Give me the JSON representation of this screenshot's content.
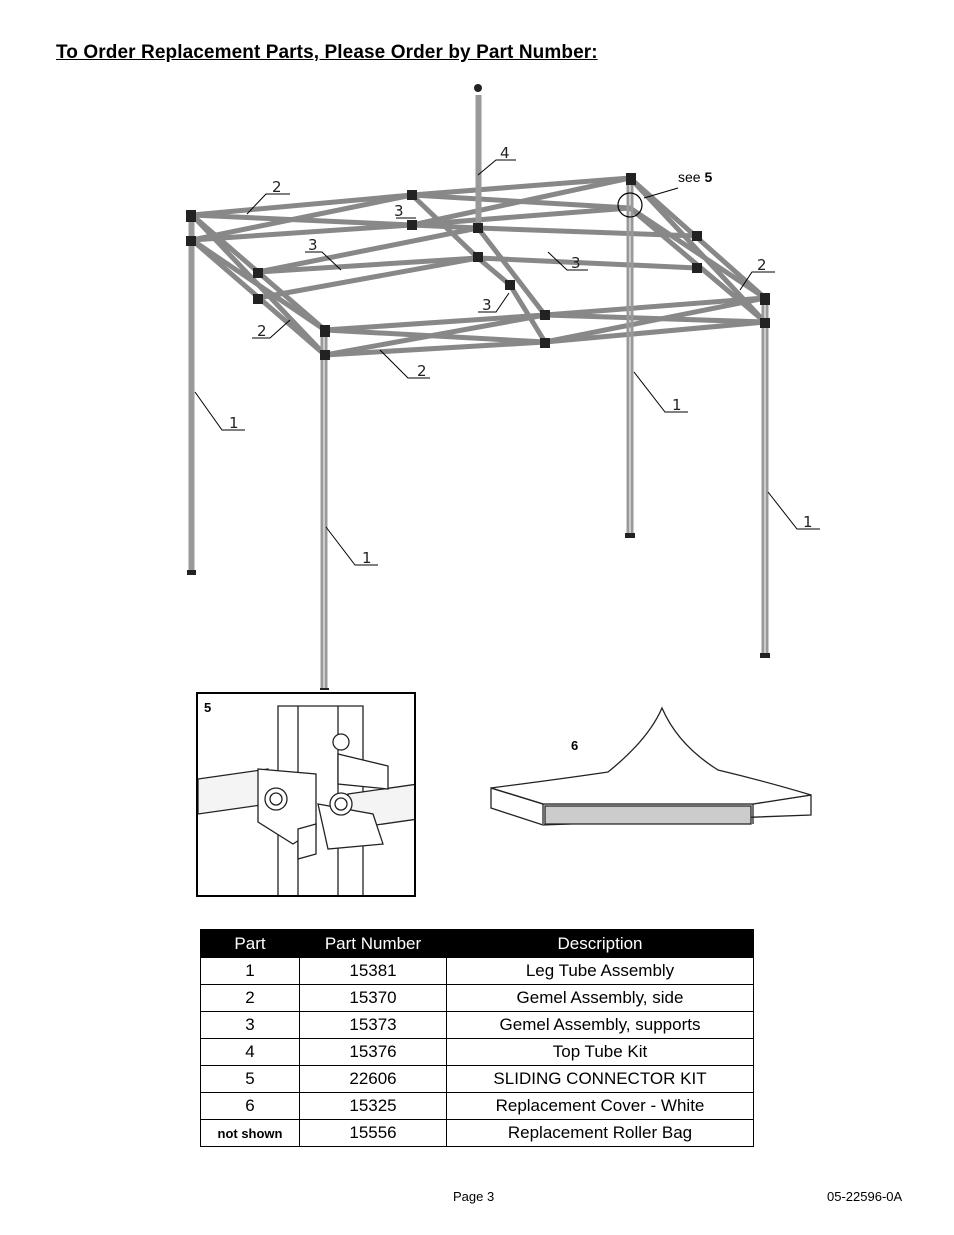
{
  "heading": "To Order Replacement Parts, Please Order by Part Number:",
  "diagram": {
    "callouts": [
      "2",
      "4",
      "3",
      "3",
      "3",
      "3",
      "2",
      "2",
      "2",
      "1",
      "1",
      "1",
      "1"
    ],
    "see_prefix": "see",
    "see_number": "5",
    "detail_label": "5",
    "canopy_label": "6"
  },
  "table": {
    "headers": [
      "Part",
      "Part Number",
      "Description"
    ],
    "rows": [
      {
        "part": "1",
        "number": "15381",
        "description": "Leg Tube Assembly"
      },
      {
        "part": "2",
        "number": "15370",
        "description": "Gemel Assembly, side"
      },
      {
        "part": "3",
        "number": "15373",
        "description": "Gemel Assembly, supports"
      },
      {
        "part": "4",
        "number": "15376",
        "description": "Top Tube Kit"
      },
      {
        "part": "5",
        "number": "22606",
        "description": "SLIDING CONNECTOR KIT"
      },
      {
        "part": "6",
        "number": "15325",
        "description": "Replacement Cover - White"
      },
      {
        "part": "not shown",
        "number": "15556",
        "description": "Replacement Roller Bag"
      }
    ]
  },
  "footer": {
    "page": "Page 3",
    "code": "05-22596-0A"
  }
}
